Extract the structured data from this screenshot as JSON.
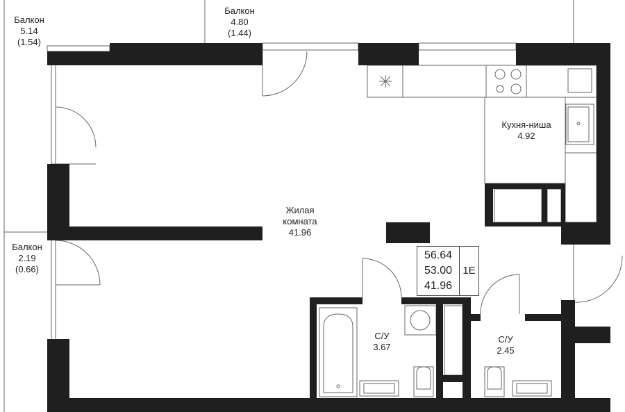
{
  "rooms": {
    "balcony_left_top": {
      "name": "Балкон",
      "area": "5.14",
      "area_coef": "(1.54)"
    },
    "balcony_top": {
      "name": "Балкон",
      "area": "4.80",
      "area_coef": "(1.44)"
    },
    "balcony_left_bottom": {
      "name": "Балкон",
      "area": "2.19",
      "area_coef": "(0.66)"
    },
    "kitchen": {
      "name": "Кухня-ниша",
      "area": "4.92"
    },
    "living": {
      "name": "Жилая",
      "name2": "комната",
      "area": "41.96"
    },
    "bath_1": {
      "name": "С/У",
      "area": "3.67"
    },
    "bath_2": {
      "name": "С/У",
      "area": "2.45"
    }
  },
  "summary": {
    "total_area": "56.64",
    "area_no_balcony": "53.00",
    "living_area": "41.96",
    "type": "1Е"
  },
  "colors": {
    "wall": "#1f1f1f",
    "line": "#555555",
    "background": "#ffffff"
  }
}
